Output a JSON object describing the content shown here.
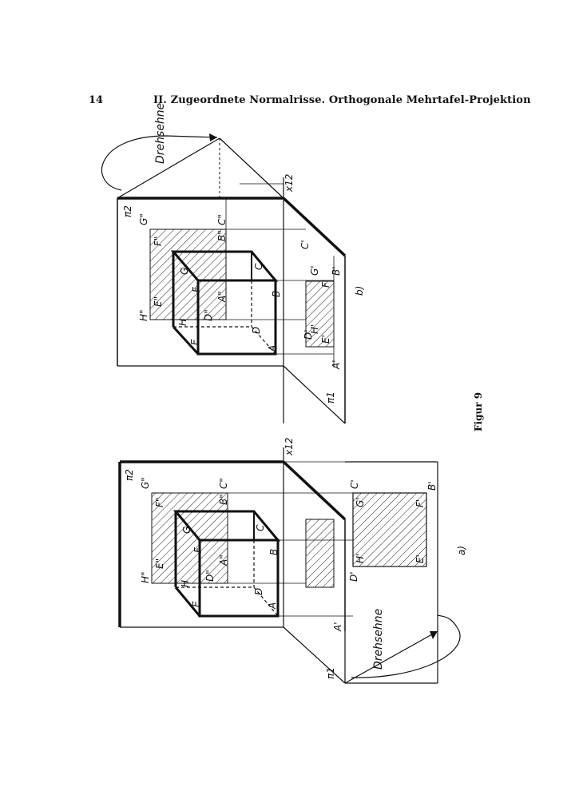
{
  "header": {
    "page_number": "14",
    "title": "II. Zugeordnete Normalrisse. Orthogonale Mehrtafel-Projektion"
  },
  "figure": {
    "caption": "Figur 9",
    "part_b": {
      "label": "b)",
      "rotation_label": "Drehsehne",
      "planes": [
        "π2",
        "π1"
      ],
      "axis": "x12",
      "points": [
        "A",
        "B",
        "C",
        "D",
        "E",
        "F",
        "G",
        "H",
        "A\"",
        "B\"",
        "C\"",
        "D\"",
        "E\"",
        "F\"",
        "G\"",
        "H\"",
        "A'",
        "B'",
        "C'",
        "D'",
        "E'",
        "F'",
        "G'",
        "H'"
      ]
    },
    "part_a": {
      "label": "a)",
      "rotation_label": "Drehsehne",
      "planes": [
        "π2",
        "π1"
      ],
      "axis": "x12",
      "points": [
        "A",
        "B",
        "C",
        "D",
        "E",
        "F",
        "G",
        "H",
        "A\"",
        "B\"",
        "C\"",
        "D\"",
        "E\"",
        "F\"",
        "G\"",
        "H\"",
        "A'",
        "B'",
        "C'",
        "D'",
        "E'",
        "F'",
        "G'",
        "H'"
      ]
    }
  }
}
